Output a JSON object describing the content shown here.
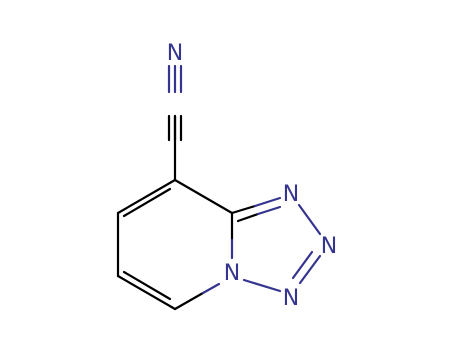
{
  "diagram": {
    "type": "chemical-structure",
    "bond_color": "#000000",
    "nitrogen_color": "#35358f",
    "atoms": {
      "nitrile_n": "N",
      "n1": "N",
      "n2": "N",
      "n3": "N",
      "bridge_n": "N"
    }
  }
}
